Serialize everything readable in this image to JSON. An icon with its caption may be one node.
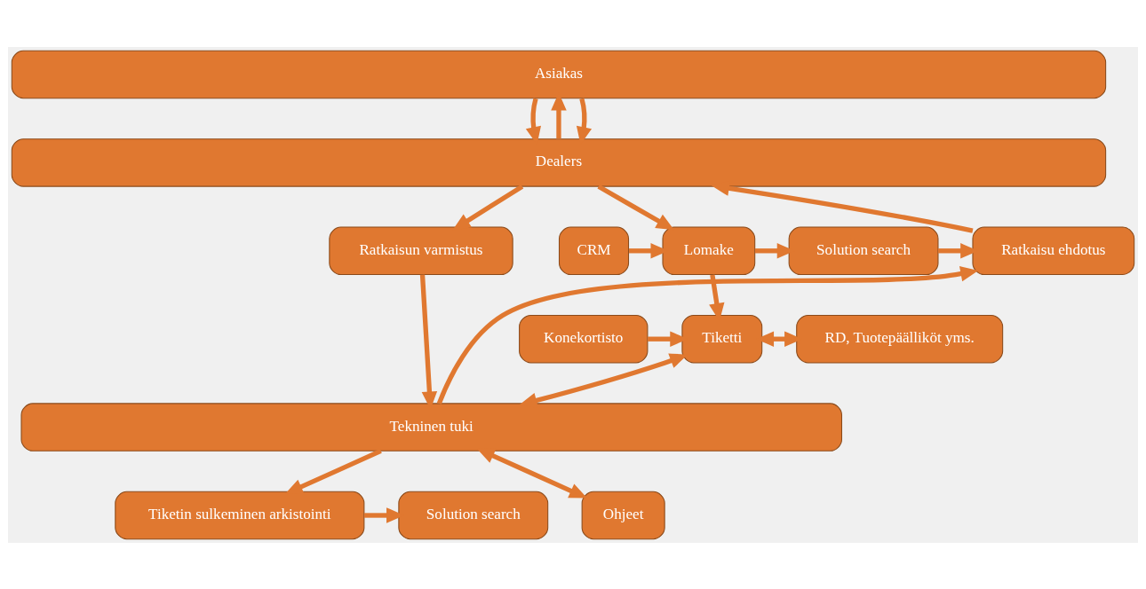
{
  "diagram": {
    "nodes": [
      {
        "text": [
          "Asiakas"
        ]
      },
      {
        "text": [
          "Dealers"
        ]
      },
      {
        "text": [
          "CRM"
        ]
      },
      {
        "text": [
          "Lomake"
        ]
      },
      {
        "text": [
          "Solution search"
        ]
      },
      {
        "text": [
          "Ratkaisu ehdotus"
        ]
      },
      {
        "text": [
          "Ratkaisun varmistus"
        ]
      },
      {
        "text": [
          "Konekortisto"
        ]
      },
      {
        "text": [
          "Tiketti"
        ]
      },
      {
        "text": [
          "RD, Tuotepäälliköt yms."
        ]
      },
      {
        "text": [
          "Tekninen tuki"
        ]
      },
      {
        "text": [
          "Tiketin sulkeminen arkistointi"
        ]
      },
      {
        "text": [
          "Solution search"
        ]
      },
      {
        "text": [
          "Ohjeet"
        ]
      }
    ],
    "edges": [
      {
        "from": 0,
        "to": 1,
        "arrow": "to"
      },
      {
        "from": 1,
        "to": 0,
        "arrow": "to"
      },
      {
        "from": 0,
        "to": 1,
        "arrow": "to"
      },
      {
        "from": 1,
        "to": 3,
        "arrow": "to"
      },
      {
        "from": 5,
        "to": 1,
        "arrow": "to"
      },
      {
        "from": 1,
        "to": 6,
        "arrow": "to"
      },
      {
        "from": 2,
        "to": 3,
        "arrow": "to"
      },
      {
        "from": 3,
        "to": 4,
        "arrow": "to"
      },
      {
        "from": 4,
        "to": 5,
        "arrow": "to"
      },
      {
        "from": 3,
        "to": 8,
        "arrow": "to"
      },
      {
        "from": 7,
        "to": 8,
        "arrow": "to"
      },
      {
        "from": 8,
        "to": 9,
        "arrow": "both"
      },
      {
        "from": 8,
        "to": 10,
        "arrow": "both"
      },
      {
        "from": 10,
        "to": 5,
        "arrow": "to"
      },
      {
        "from": 6,
        "to": 10,
        "arrow": "to"
      },
      {
        "from": 10,
        "to": 11,
        "arrow": "to"
      },
      {
        "from": 11,
        "to": 12,
        "arrow": "to"
      },
      {
        "from": 10,
        "to": 13,
        "arrow": "both"
      }
    ]
  }
}
